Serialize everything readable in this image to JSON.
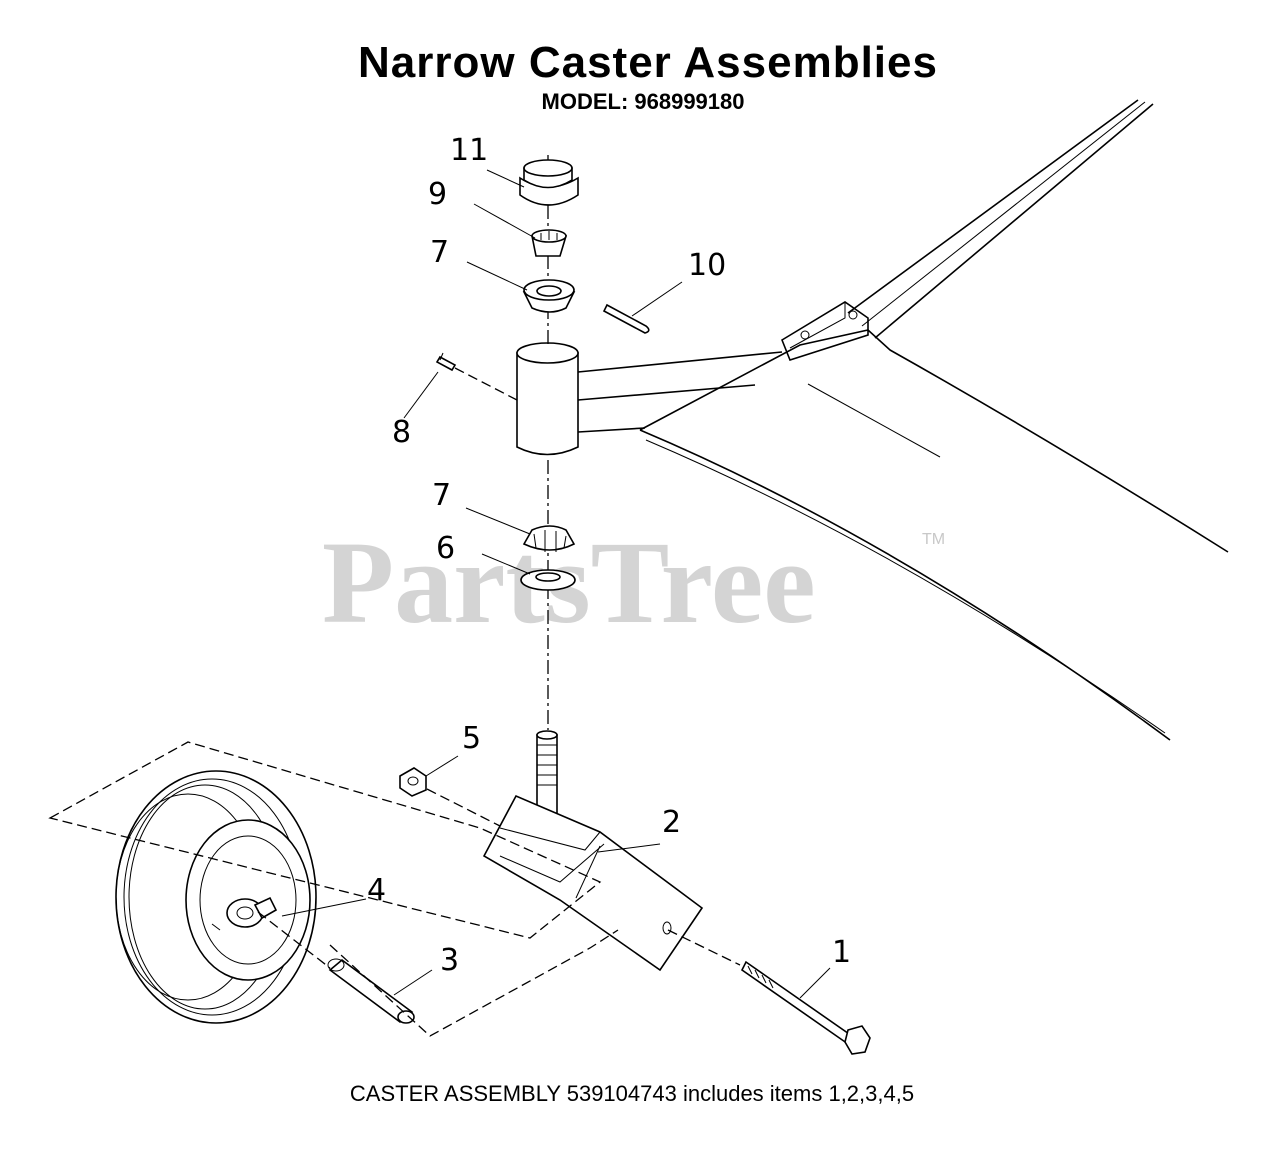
{
  "title": "Narrow Caster Assemblies",
  "subtitle": "MODEL: 968999180",
  "footer": "CASTER ASSEMBLY 539104743 includes items 1,2,3,4,5",
  "watermark": {
    "text": "PartsTree",
    "trademark": "TM"
  },
  "callouts": {
    "c1": "1",
    "c2": "2",
    "c3": "3",
    "c4": "4",
    "c5": "5",
    "c6": "6",
    "c7a": "7",
    "c7b": "7",
    "c8": "8",
    "c9": "9",
    "c10": "10",
    "c11": "11"
  },
  "colors": {
    "lines": "#000000",
    "watermark": "#d4d4d4",
    "background": "#ffffff"
  }
}
